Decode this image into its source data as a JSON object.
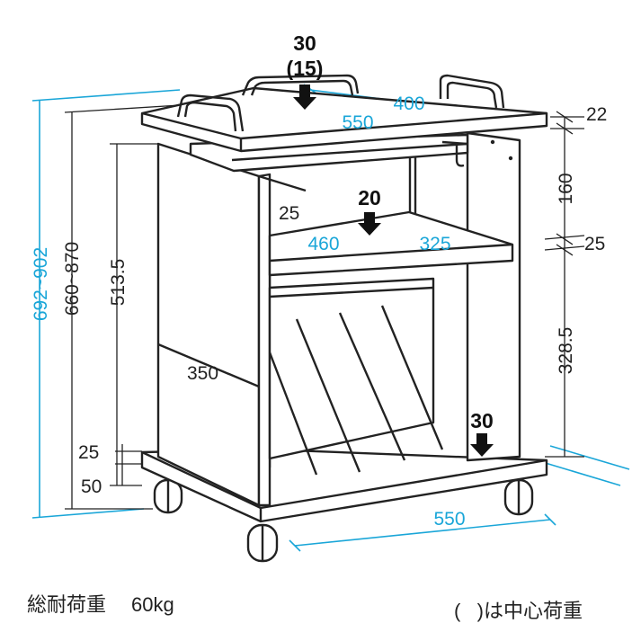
{
  "dimensions": {
    "top_width": "550",
    "top_depth": "400",
    "top_thickness": "22",
    "overall_height": "692~902",
    "height_range": "660~870",
    "side_height": "513.5",
    "upper_gap": "160",
    "shelf_offset": "25",
    "shelf_width": "460",
    "shelf_depth": "325",
    "shelf_thickness": "25",
    "lower_height": "328.5",
    "side_depth": "350",
    "base_thickness": "25",
    "caster_height": "50",
    "base_width": "550"
  },
  "loads": {
    "top": "30",
    "top_center": "(15)",
    "shelf": "20",
    "bottom": "30"
  },
  "footer": {
    "total_load_label": "総耐荷重",
    "total_load_value": "60kg",
    "paren_open": "(",
    "paren_close": ")",
    "center_load_note": "は中心荷重"
  }
}
